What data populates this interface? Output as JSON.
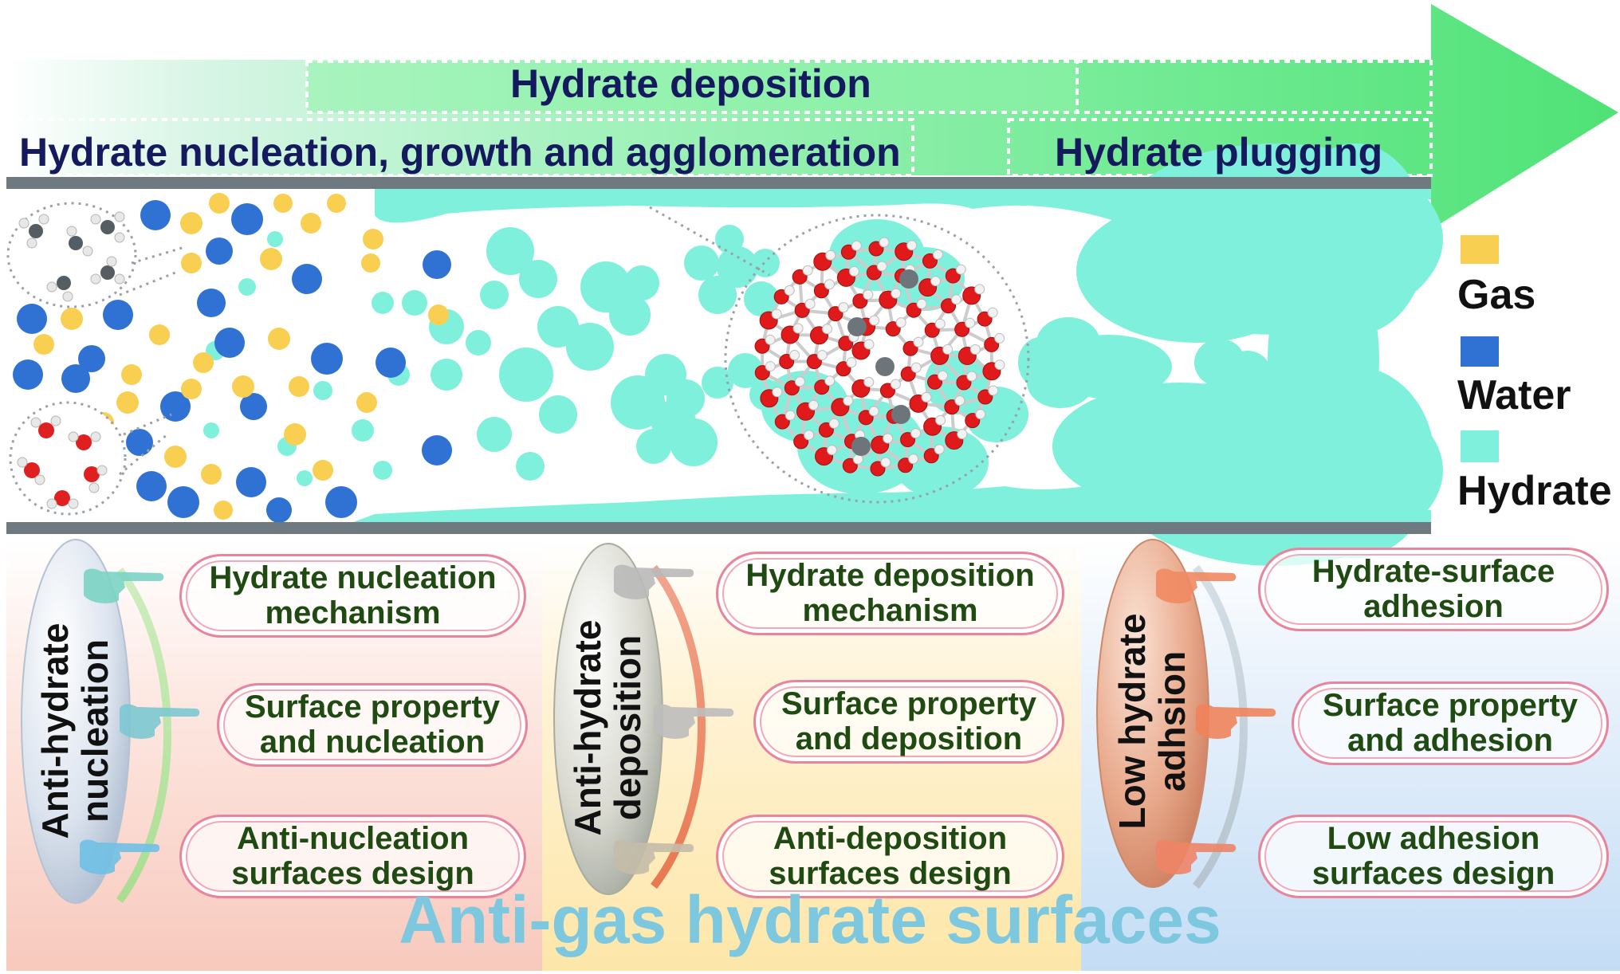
{
  "stages": {
    "deposition": "Hydrate deposition",
    "nucleation": "Hydrate nucleation, growth and agglomeration",
    "plugging": "Hydrate plugging"
  },
  "legend": [
    {
      "label": "Gas",
      "color": "#f9cf52"
    },
    {
      "label": "Water",
      "color": "#2f72d3"
    },
    {
      "label": "Hydrate",
      "color": "#7ff0dc"
    }
  ],
  "colors": {
    "hydrate": "#7ff0dc",
    "water": "#2f72d3",
    "gas": "#f9cf52",
    "pipe_wall": "#6f7a80",
    "arrow": "#5fe882",
    "title_text": "#15195e",
    "panel_text": "#1f4a12",
    "footer_text": "#7ec8df"
  },
  "panels": [
    {
      "title_lines": [
        "Anti-hydrate",
        "nucleation"
      ],
      "items": [
        {
          "lines": [
            "Hydrate nucleation",
            "mechanism"
          ]
        },
        {
          "lines": [
            "Surface property",
            "and nucleation"
          ]
        },
        {
          "lines": [
            "Anti-nucleation",
            "surfaces design"
          ]
        }
      ]
    },
    {
      "title_lines": [
        "Anti-hydrate",
        "deposition"
      ],
      "items": [
        {
          "lines": [
            "Hydrate deposition",
            "mechanism"
          ]
        },
        {
          "lines": [
            "Surface property",
            "and deposition"
          ]
        },
        {
          "lines": [
            "Anti-deposition",
            "surfaces design"
          ]
        }
      ]
    },
    {
      "title_lines": [
        "Low hydrate",
        "adhsion"
      ],
      "items": [
        {
          "lines": [
            "Hydrate-surface",
            "adhesion"
          ]
        },
        {
          "lines": [
            "Surface property",
            "and adhesion"
          ]
        },
        {
          "lines": [
            "Low adhesion",
            "surfaces design"
          ]
        }
      ]
    }
  ],
  "footer": "Anti-gas hydrate surfaces"
}
